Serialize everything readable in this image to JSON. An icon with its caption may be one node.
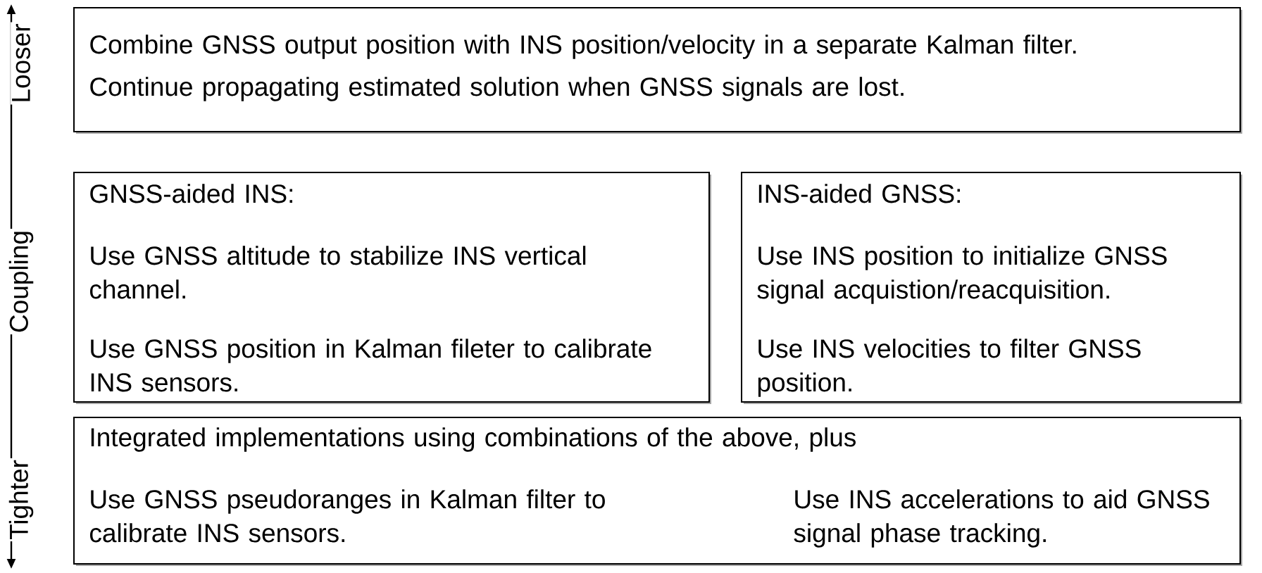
{
  "diagram": {
    "nodes": [
      {
        "text": [
          "Combine GNSS output position with INS position/velocity in a separate Kalman filter.",
          "Continue propagating estimated solution when GNSS signals are lost."
        ]
      },
      {
        "text": [
          "GNSS-aided INS:",
          "Use GNSS altitude to stabilize INS vertical channel.",
          "Use GNSS position in Kalman fileter to calibrate INS sensors."
        ]
      },
      {
        "text": [
          "INS-aided GNSS:",
          "Use INS position to initialize GNSS signal acquistion/reacquisition.",
          "Use INS velocities to filter GNSS position."
        ]
      },
      {
        "text": [
          "Integrated implementations using combinations of the above, plus",
          "Use GNSS pseudoranges in Kalman filter to calibrate INS sensors.",
          "Use INS accelerations to aid GNSS signal phase tracking."
        ]
      }
    ],
    "labels": [
      "Looser",
      "Coupling",
      "Tighter"
    ]
  }
}
